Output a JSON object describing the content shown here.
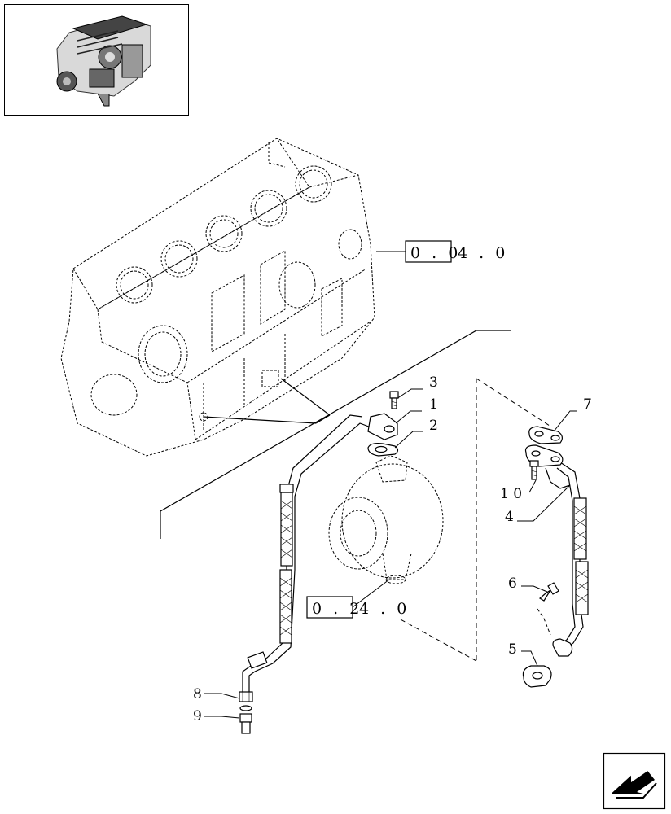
{
  "thumbnail": {
    "icon": "engine-thumbnail-icon"
  },
  "references": {
    "block_ref": {
      "boxed": "0 . 0",
      "suffix": "4 . 0"
    },
    "turbo_ref": {
      "boxed": "0 . 2",
      "suffix": "4 . 0"
    }
  },
  "callouts": {
    "c1": "1",
    "c2": "2",
    "c3": "3",
    "c4": "4",
    "c5": "5",
    "c6": "6",
    "c7": "7",
    "c8": "8",
    "c9": "9",
    "c10": "1 0"
  },
  "nav": {
    "icon": "next-page-arrow-icon"
  },
  "colors": {
    "line": "#000000",
    "background": "#ffffff"
  }
}
